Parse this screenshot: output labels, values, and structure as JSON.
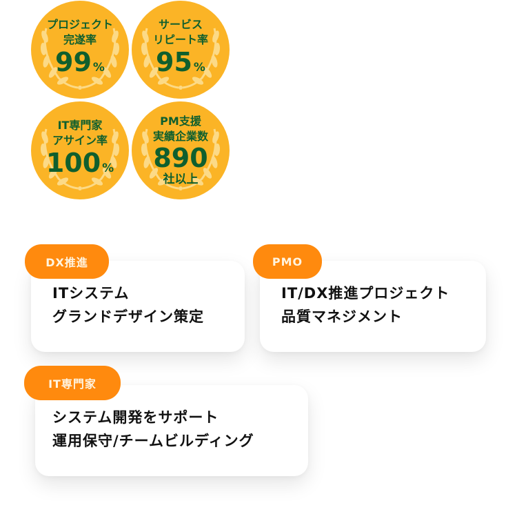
{
  "colors": {
    "medal_gold": "#fbb426",
    "medal_text": "#0f5f2e",
    "tag_orange": "#ff8a0e",
    "card_text": "#111111"
  },
  "medals": [
    {
      "line1": "プロジェクト",
      "line2": "完遂率",
      "value": "99",
      "unit": "%",
      "suffix": ""
    },
    {
      "line1": "サービス",
      "line2": "リピート率",
      "value": "95",
      "unit": "%",
      "suffix": ""
    },
    {
      "line1": "IT専門家",
      "line2": "アサイン率",
      "value": "100",
      "unit": "%",
      "suffix": ""
    },
    {
      "line1": "PM支援",
      "line2": "実績企業数",
      "value": "890",
      "unit": "",
      "suffix": "社以上"
    }
  ],
  "cards": [
    {
      "tag": "DX推進",
      "line1": "ITシステム",
      "line2": "グランドデザイン策定"
    },
    {
      "tag": "PMO",
      "line1": "IT/DX推進プロジェクト",
      "line2": "品質マネジメント"
    },
    {
      "tag": "IT専門家",
      "line1": "システム開発をサポート",
      "line2": "運用保守/チームビルディング"
    }
  ]
}
